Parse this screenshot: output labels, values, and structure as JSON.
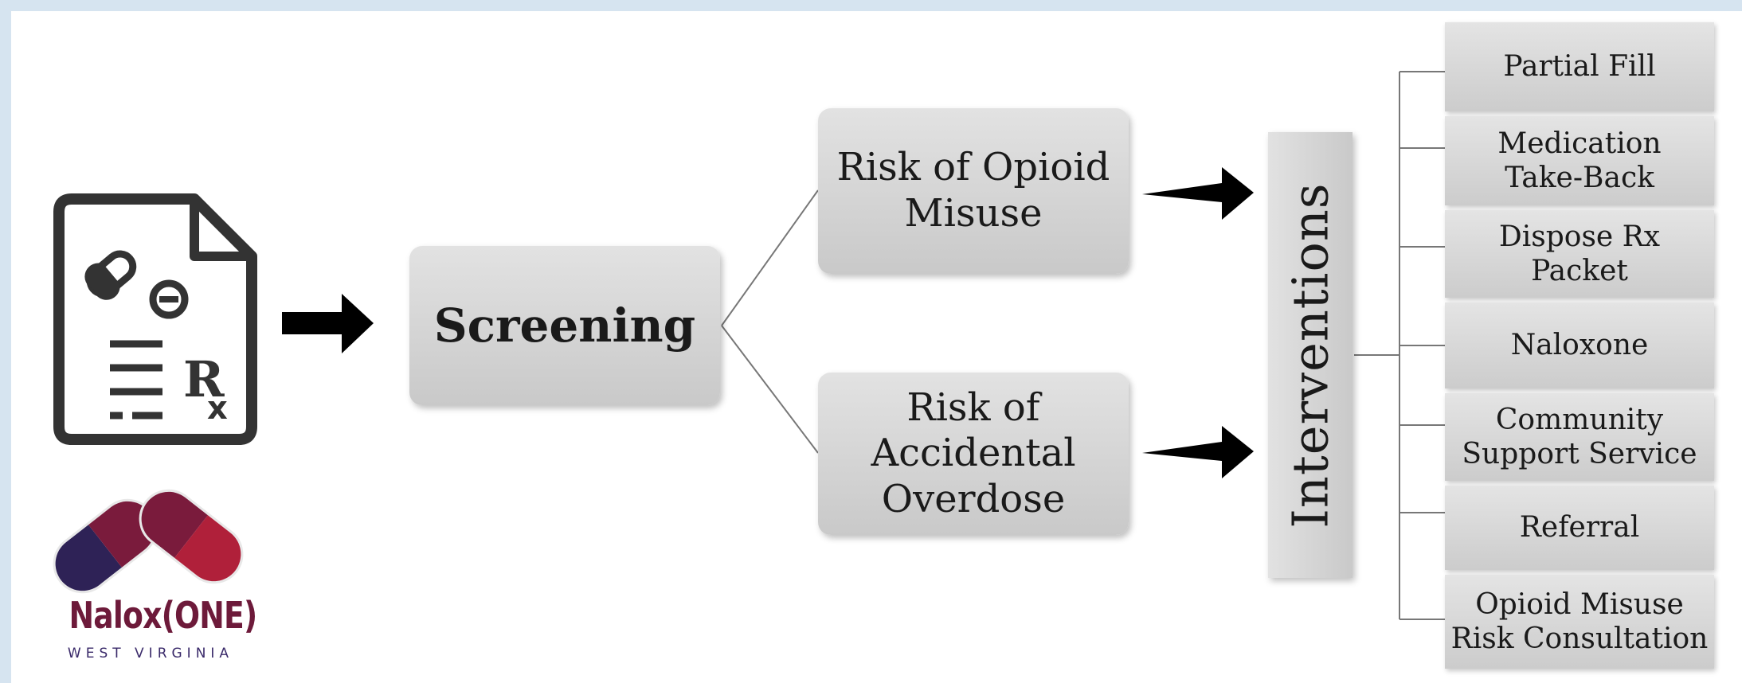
{
  "colors": {
    "box_fill": "#d6d6d6",
    "arrow": "#000000",
    "logo_maroon": "#7a1b3c",
    "logo_red": "#b0203a",
    "logo_purple": "#2e2256",
    "background_frame": "#d6e4f0"
  },
  "icons": {
    "prescription": "prescription-document-icon",
    "logo": "naloxone-pill-logo"
  },
  "flow": {
    "screening": "Screening",
    "risk_misuse": {
      "line1": "Risk of Opioid",
      "line2": "Misuse"
    },
    "risk_overdose": {
      "line1": "Risk of",
      "line2": "Accidental",
      "line3": "Overdose"
    },
    "interventions": "Interventions"
  },
  "interventions": [
    {
      "line1": "Partial Fill",
      "line2": ""
    },
    {
      "line1": "Medication",
      "line2": "Take-Back"
    },
    {
      "line1": "Dispose Rx",
      "line2": "Packet"
    },
    {
      "line1": "Naloxone",
      "line2": ""
    },
    {
      "line1": "Community",
      "line2": "Support Service"
    },
    {
      "line1": "Referral",
      "line2": ""
    },
    {
      "line1": "Opioid Misuse",
      "line2": "Risk Consultation"
    }
  ],
  "logo": {
    "name": "Nalox(ONE)",
    "subtitle": "WEST VIRGINIA"
  }
}
